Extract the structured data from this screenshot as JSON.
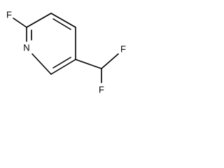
{
  "structure": {
    "atoms": {
      "ring_nitrogen": "N",
      "ring_fluorine": "F",
      "chf2_fluorine_upper": "F",
      "chf2_fluorine_lower": "F"
    }
  }
}
